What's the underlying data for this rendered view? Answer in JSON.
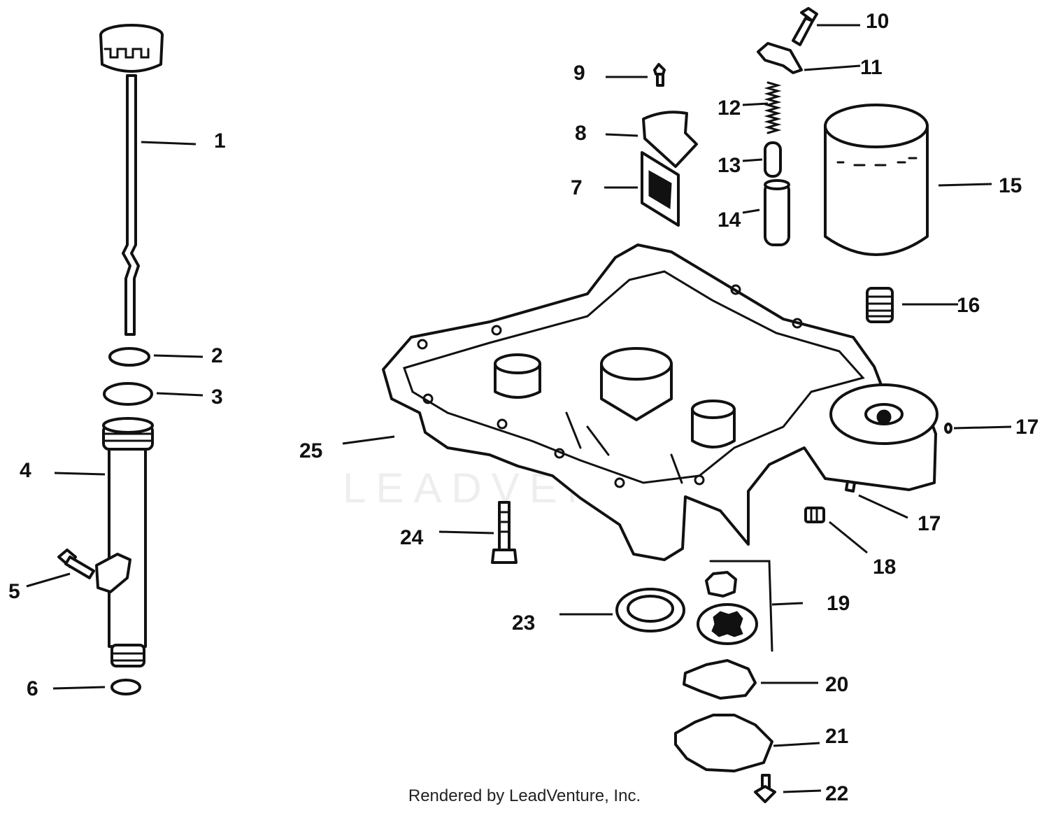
{
  "watermark": "LEADVENTURE",
  "footer": "Rendered by LeadVenture, Inc.",
  "callouts": [
    "1",
    "2",
    "3",
    "4",
    "5",
    "6",
    "7",
    "8",
    "9",
    "10",
    "11",
    "12",
    "13",
    "14",
    "15",
    "16",
    "17",
    "17",
    "18",
    "19",
    "20",
    "21",
    "22",
    "23",
    "24",
    "25"
  ]
}
